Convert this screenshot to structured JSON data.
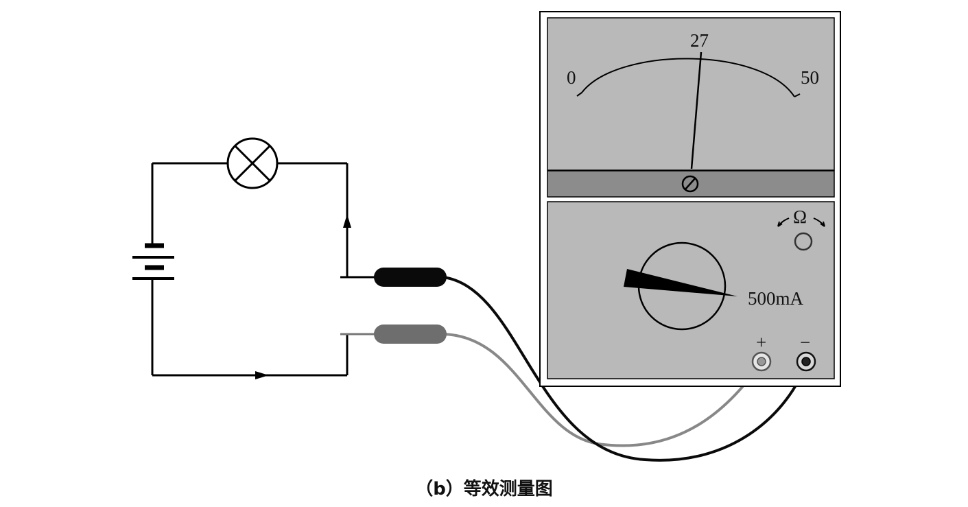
{
  "meter": {
    "scale_left": "0",
    "scale_right": "50",
    "reading": "27",
    "range_label": "500mA",
    "ohm_symbol": "Ω",
    "plus_terminal": "+",
    "minus_terminal": "−"
  },
  "caption": "（b）等效测量图",
  "colors": {
    "meter_face": "#b9b9b9",
    "meter_strip": "#8c8c8c",
    "black_probe": "#0a0a0a",
    "red_probe": "#6e6e6e",
    "red_lead": "#888888"
  }
}
